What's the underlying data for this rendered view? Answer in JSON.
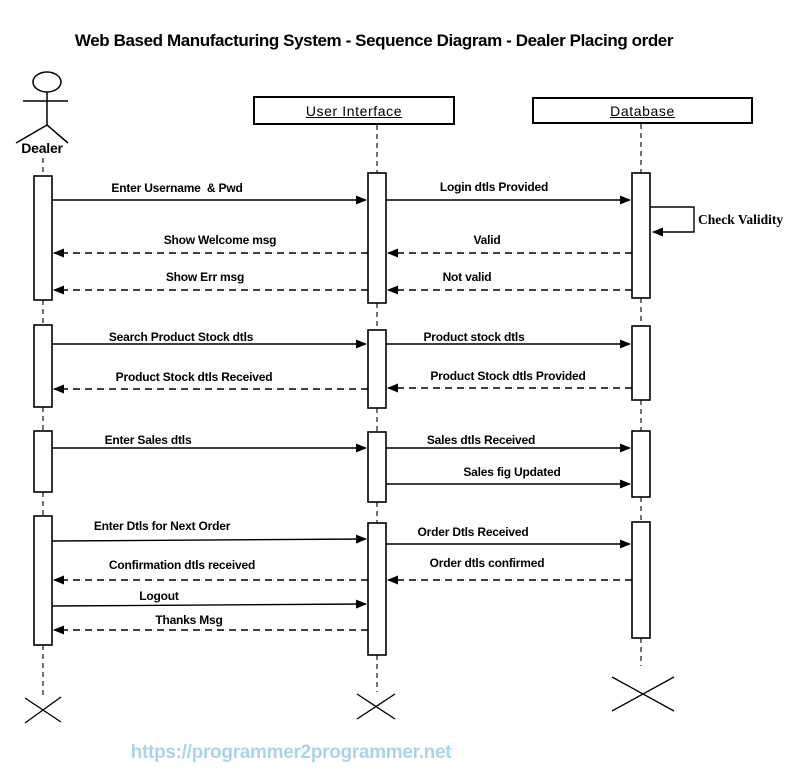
{
  "title": "Web Based Manufacturing System - Sequence Diagram - Dealer Placing order",
  "actor": {
    "label": "Dealer"
  },
  "lifelines": [
    {
      "label": "User Interface"
    },
    {
      "label": "Database"
    }
  ],
  "messages": [
    {
      "label": "Enter Username  & Pwd",
      "from": "Dealer",
      "to": "User Interface",
      "line": "solid"
    },
    {
      "label": "Login dtls Provided",
      "from": "User Interface",
      "to": "Database",
      "line": "solid"
    },
    {
      "label": "Check Validity",
      "from": "Database",
      "to": "Database",
      "line": "self"
    },
    {
      "label": "Show Welcome msg",
      "from": "User Interface",
      "to": "Dealer",
      "line": "dashed"
    },
    {
      "label": "Valid",
      "from": "Database",
      "to": "User Interface",
      "line": "dashed"
    },
    {
      "label": "Show Err msg",
      "from": "User Interface",
      "to": "Dealer",
      "line": "dashed"
    },
    {
      "label": "Not valid",
      "from": "Database",
      "to": "User Interface",
      "line": "dashed"
    },
    {
      "label": "Search Product Stock dtls",
      "from": "Dealer",
      "to": "User Interface",
      "line": "solid"
    },
    {
      "label": "Product stock dtls",
      "from": "User Interface",
      "to": "Database",
      "line": "solid"
    },
    {
      "label": "Product Stock dtls Received",
      "from": "User Interface",
      "to": "Dealer",
      "line": "dashed"
    },
    {
      "label": "Product Stock dtls Provided",
      "from": "Database",
      "to": "User Interface",
      "line": "dashed"
    },
    {
      "label": "Enter Sales dtls",
      "from": "Dealer",
      "to": "User Interface",
      "line": "solid"
    },
    {
      "label": "Sales dtls Received",
      "from": "User Interface",
      "to": "Database",
      "line": "solid"
    },
    {
      "label": "Sales fig Updated",
      "from": "User Interface",
      "to": "Database",
      "line": "solid"
    },
    {
      "label": "Enter Dtls for Next Order",
      "from": "Dealer",
      "to": "User Interface",
      "line": "solid"
    },
    {
      "label": "Order Dtls Received",
      "from": "User Interface",
      "to": "Database",
      "line": "solid"
    },
    {
      "label": "Confirmation dtls received",
      "from": "User Interface",
      "to": "Dealer",
      "line": "dashed"
    },
    {
      "label": "Order dtls confirmed",
      "from": "Database",
      "to": "User Interface",
      "line": "dashed"
    },
    {
      "label": "Logout",
      "from": "Dealer",
      "to": "User Interface",
      "line": "solid"
    },
    {
      "label": "Thanks Msg",
      "from": "User Interface",
      "to": "Dealer",
      "line": "dashed"
    }
  ],
  "footer": {
    "url": "https://programmer2programmer.net",
    "color": "#a9d5e8"
  },
  "colors": {
    "line": "#000000",
    "background": "#ffffff"
  }
}
